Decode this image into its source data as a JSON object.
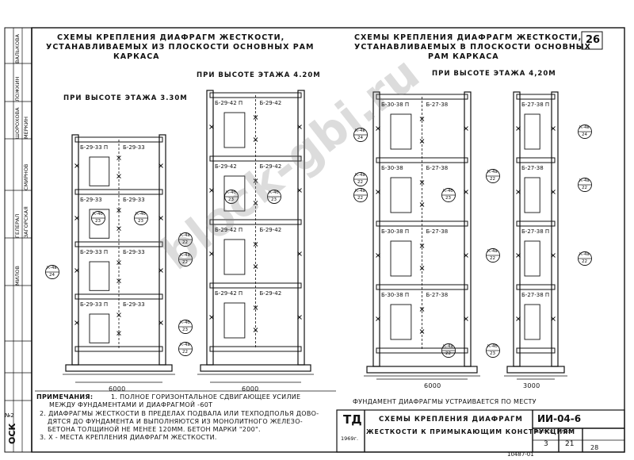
{
  "page_number": "26",
  "left": {
    "title_lines": [
      "СХЕМЫ КРЕПЛЕНИЯ ДИАФРАГМ ЖЕСТКОСТИ,",
      "УСТАНАВЛИВАЕМЫХ ИЗ ПЛОСКОСТИ ОСНОВНЫХ РАМ",
      "КАРКАСА"
    ],
    "height_330": "ПРИ ВЫСОТЕ ЭТАЖА 3.30М",
    "height_420": "ПРИ ВЫСОТЕ ЭТАЖА 4.20М",
    "dim_a": "6000",
    "dim_b": "6000",
    "panels_330": [
      [
        "Б-29-33 П",
        "Б-29-33"
      ],
      [
        "Б-29-33",
        "Б-29-33"
      ],
      [
        "Б-29-33 П",
        "Б-29-33"
      ],
      [
        "Б-29-33 П",
        "Б-29-33"
      ]
    ],
    "panels_420": [
      [
        "Б-29-42 П",
        "Б-29-42"
      ],
      [
        "Б-29-42",
        "Б-29-42"
      ],
      [
        "Б-29-42 П",
        "Б-29-42"
      ],
      [
        "Б-29-42 П",
        "Б-29-42"
      ]
    ]
  },
  "right": {
    "title_lines": [
      "СХЕМЫ КРЕПЛЕНИЯ ДИАФРАГМ ЖЕСТКОСТИ,",
      "УСТАНАВЛИВАЕМЫХ В ПЛОСКОСТИ ОСНОВНЫХ",
      "РАМ КАРКАСА"
    ],
    "height_420": "ПРИ ВЫСОТЕ ЭТАЖА 4,20М",
    "dim_a": "6000",
    "dim_b": "3000",
    "foundation_note": "ФУНДАМЕНТ ДИАФРАГМЫ УСТРАИВАЕТСЯ ПО МЕСТУ",
    "panels_a": [
      [
        "Б-30-38 П",
        "Б-27-38"
      ],
      [
        "Б-30-38",
        "Б-27-38"
      ],
      [
        "Б-30-38 П",
        "Б-27-38"
      ],
      [
        "Б-30-38 П",
        "Б-27-38"
      ]
    ],
    "panels_b": [
      "Б-27-38 П",
      "Б-27-38",
      "Б-27-38 П",
      "Б-27-38 П"
    ]
  },
  "callouts": [
    "К-4а",
    "22",
    "К-4б",
    "23",
    "К-4в",
    "24"
  ],
  "notes": {
    "heading": "ПРИМЕЧАНИЯ:",
    "lines": [
      "1. ПОЛНОЕ ГОРИЗОНТАЛЬНОЕ СДВИГАЮЩЕЕ УСИЛИЕ",
      "МЕЖДУ ФУНДАМЕНТАМИ И ДИАФРАГМОЙ -60Т",
      "2. ДИАФРАГМЫ ЖЕСТКОСТИ В ПРЕДЕЛАХ ПОДВАЛА ИЛИ ТЕХПОДПОЛЬЯ ДОВО-",
      "ДЯТСЯ ДО ФУНДАМЕНТА И ВЫПОЛНЯЮТСЯ ИЗ МОНОЛИТНОГО ЖЕЛЕЗО-",
      "БЕТОНА ТОЛЩИНОЙ НЕ МЕНЕЕ 120ММ. БЕТОН МАРКИ \"200\".",
      "3. Х - МЕСТА КРЕПЛЕНИЯ ДИАФРАГМ ЖЕСТКОСТИ."
    ]
  },
  "stamp": {
    "logo": "ТД",
    "year": "1969г.",
    "title_lines": [
      "СХЕМЫ КРЕПЛЕНИЯ ДИАФРАГМ",
      "ЖЕСТКОСТИ К ПРИМЫКАЮЩИМ КОНСТРУКЦИЯМ"
    ],
    "series": "ИИ-04-6",
    "issue_label": "ВЫПУСК",
    "issue": "3",
    "sheet_label": "ЛИСТ",
    "sheet": "21",
    "inv": "10487-01",
    "page": "28"
  },
  "side": {
    "osk": "ОСК",
    "no": "№2",
    "labels": [
      "ВАЛЬКОВА",
      "ЛОЖКИН",
      "ШОРОХОВА",
      "МЕРКИН",
      "СМИРНОВ",
      "ЗАГОРСКАЯ",
      "ГЕЛЕРАЛ",
      "МИЛОВ"
    ]
  },
  "watermark": "block-gbi.ru"
}
